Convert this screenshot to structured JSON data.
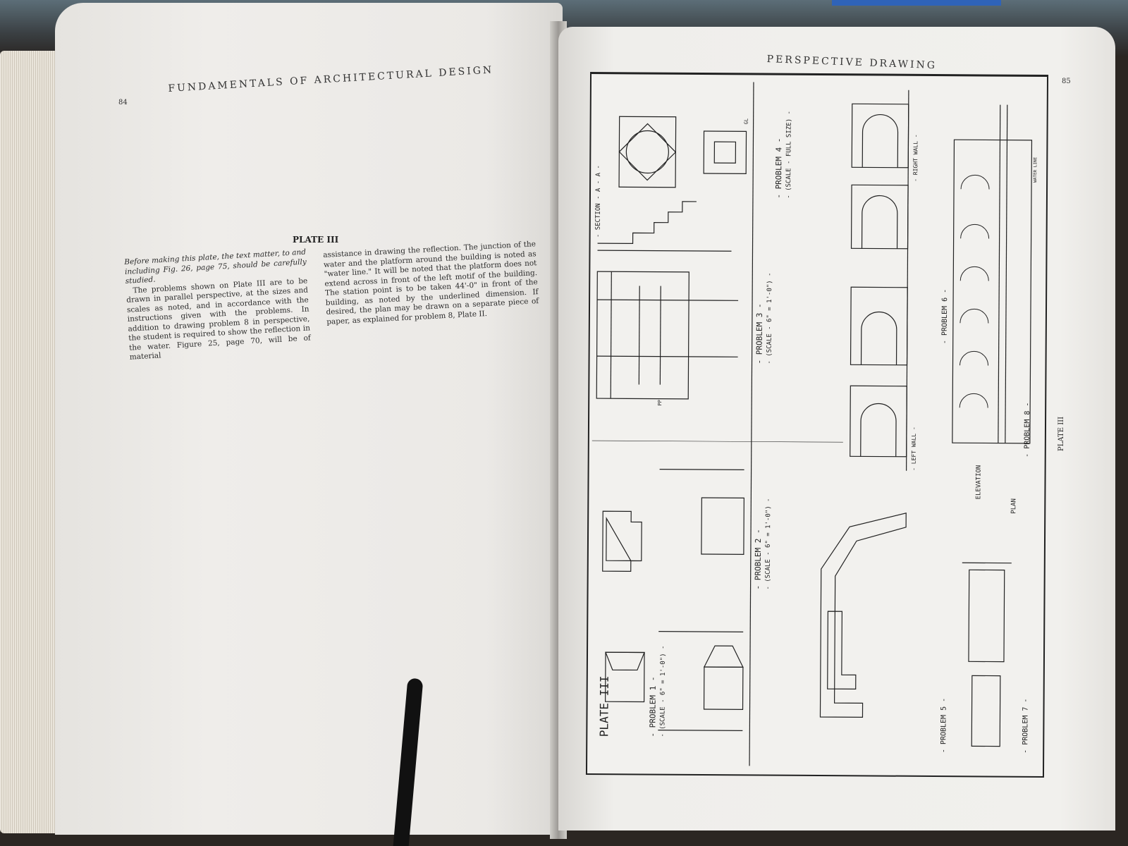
{
  "left_page": {
    "running_head": "FUNDAMENTALS OF ARCHITECTURAL DESIGN",
    "page_number": "84",
    "plate_title": "PLATE III",
    "col1_p1": "Before making this plate, the text matter, to and including Fig. 26, page 75, should be carefully studied.",
    "col1_p2": "The problems shown on Plate III are to be drawn in parallel perspective, at the sizes and scales as noted, and in accordance with the instructions given with the problems. In addition to drawing problem 8 in perspective, the student is required to show the reflection in the water. Figure 25, page 70, will be of material",
    "col2_p1": "assistance in drawing the reflection. The junction of the water and the platform around the building is noted as \"water line.\" It will be noted that the platform does not extend across in front of the left motif of the building. The station point is to be taken 44'-0\" in front of the building, as noted by the underlined dimension. If desired, the plan may be drawn on a separate piece of paper, as explained for problem 8, Plate II."
  },
  "right_page": {
    "running_head": "PERSPECTIVE DRAWING",
    "page_number": "85",
    "plate": {
      "title": "PLATE III",
      "margin_label": "PLATE III",
      "problem1": "- PROBLEM 1 -",
      "problem1_scale": "- (SCALE - 6\" = 1'-0\") -",
      "problem2": "- PROBLEM 2 -",
      "problem2_scale": "- (SCALE - 6\" = 1'-0\") -",
      "problem3": "- PROBLEM 3 -",
      "problem3_scale": "- (SCALE - 6\" = 1'-0\") -",
      "problem4": "- PROBLEM 4 -",
      "problem4_scale": "- (SCALE - FULL SIZE) -",
      "problem5": "- PROBLEM 5 -",
      "problem6": "- PROBLEM 6 -",
      "problem7": "- PROBLEM 7 -",
      "problem8": "- PROBLEM 8 -",
      "section": "- SECTION - A - A -",
      "left_wall": "- LEFT WALL -",
      "right_wall": "- RIGHT WALL -",
      "elevation": "ELEVATION",
      "plan": "PLAN",
      "water_line": "WATER LINE",
      "gl": "GL",
      "pp": "PP"
    }
  }
}
